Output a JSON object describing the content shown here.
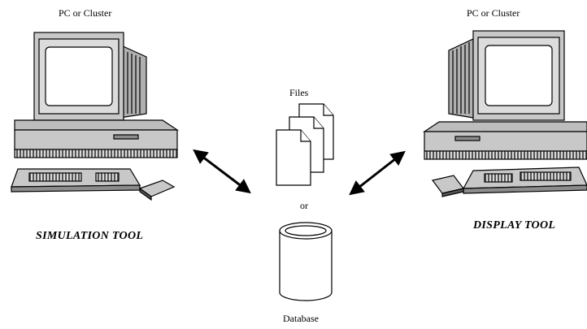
{
  "left_node": {
    "caption": "PC or Cluster",
    "tool": "SIMULATION TOOL"
  },
  "right_node": {
    "caption": "PC or Cluster",
    "tool": "DISPLAY TOOL"
  },
  "storage": {
    "files_label": "Files",
    "or_label": "or",
    "database_label": "Database"
  },
  "colors": {
    "stroke": "#000000",
    "screen": "#ffffff",
    "body_gray": "#c8c8c8",
    "dark_gray": "#8c8c8c"
  }
}
